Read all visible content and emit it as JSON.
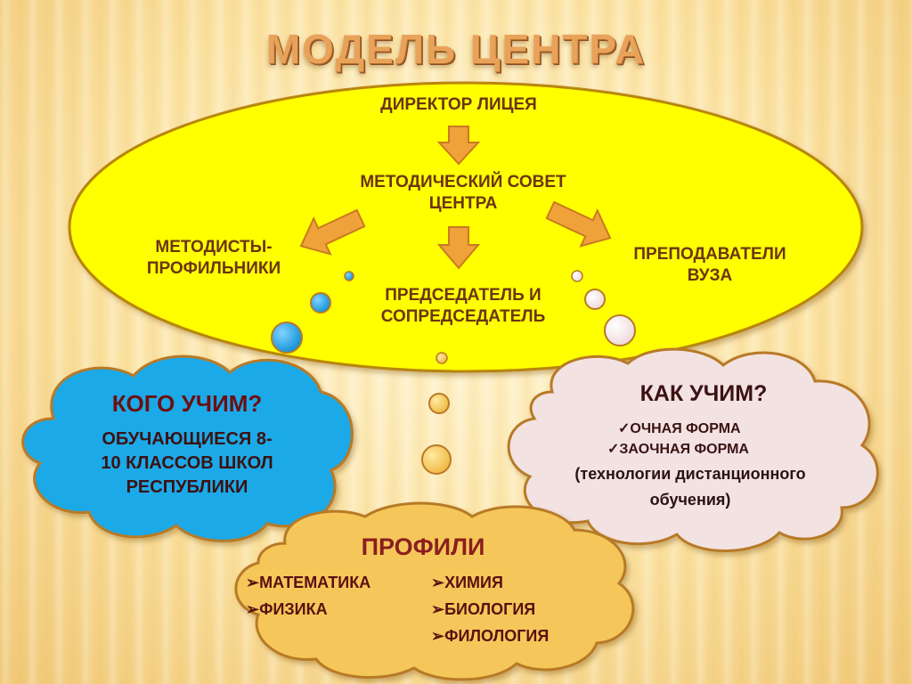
{
  "title": "МОДЕЛЬ ЦЕНТРА",
  "ellipse": {
    "director": "ДИРЕКТОР ЛИЦЕЯ",
    "council_line1": "МЕТОДИЧЕСКИЙ СОВЕТ",
    "council_line2": "ЦЕНТРА",
    "methodists_line1": "МЕТОДИСТЫ-",
    "methodists_line2": "ПРОФИЛЬНИКИ",
    "teachers_line1": "ПРЕПОДАВАТЕЛИ",
    "teachers_line2": "ВУЗА",
    "chair_line1": "ПРЕДСЕДАТЕЛЬ И",
    "chair_line2": "СОПРЕДСЕДАТЕЛЬ"
  },
  "who": {
    "title": "КОГО УЧИМ?",
    "line1": "ОБУЧАЮЩИЕСЯ 8-",
    "line2": "10 КЛАССОВ ШКОЛ",
    "line3": "РЕСПУБЛИКИ"
  },
  "how": {
    "title": "КАК УЧИМ?",
    "items": [
      "ОЧНАЯ ФОРМА",
      "ЗАОЧНАЯ ФОРМА"
    ],
    "note_line1": "(технологии дистанционного",
    "note_line2": "обучения)"
  },
  "profiles": {
    "title": "ПРОФИЛИ",
    "left": [
      "МАТЕМАТИКА",
      "ФИЗИКА"
    ],
    "right": [
      "ХИМИЯ",
      "БИОЛОГИЯ",
      "ФИЛОЛОГИЯ"
    ]
  },
  "glyphs": {
    "check": "✓",
    "arrow": "➢"
  },
  "colors": {
    "ellipse_fill": "#ffff00",
    "ellipse_stroke": "#b8860b",
    "arrow_fill": "#f0a23a",
    "blue_cloud": "#1aa9e8",
    "pink_cloud": "#f2e2e2",
    "orange_cloud": "#f5c75a",
    "cloud_stroke": "#b87a28"
  }
}
